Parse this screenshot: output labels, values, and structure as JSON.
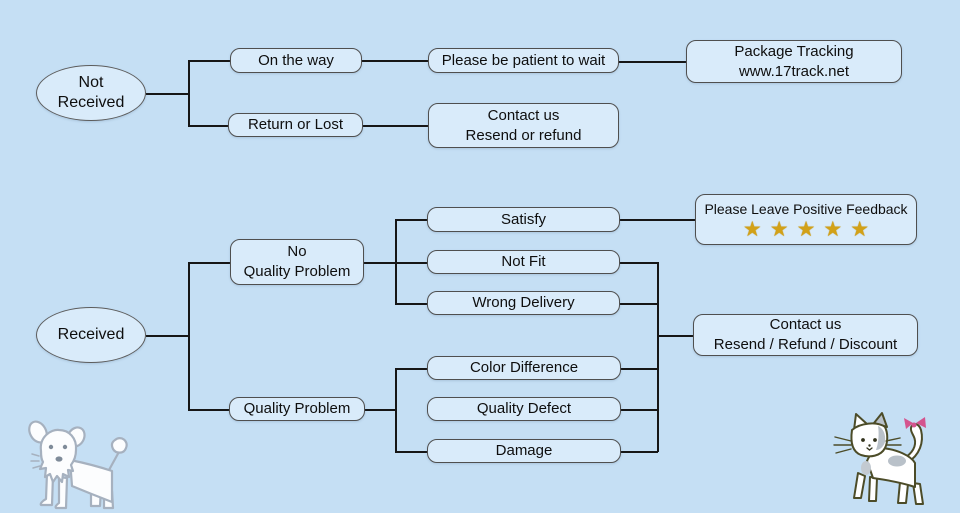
{
  "page": {
    "background": "#c5dff4",
    "type": "after-sale service flowchart"
  },
  "colors": {
    "background": "#c5dff4",
    "node_fill": "#d9ebfa",
    "node_border": "#4f4f4f",
    "connector": "#161616",
    "text": "#0e0e0e",
    "star": "#d2a118",
    "cat_bow": "#d4548e"
  },
  "nodes": {
    "not_received": {
      "label": "Not\nReceived"
    },
    "on_the_way": {
      "label": "On the way"
    },
    "return_or_lost": {
      "label": "Return or Lost"
    },
    "be_patient": {
      "label": "Please be patient to wait"
    },
    "package_tracking": {
      "label": "Package Tracking\nwww.17track.net"
    },
    "contact_not_received": {
      "label": "Contact us\nResend or refund"
    },
    "received": {
      "label": "Received"
    },
    "no_quality_problem": {
      "label": "No\nQuality Problem"
    },
    "quality_problem": {
      "label": "Quality Problem"
    },
    "satisfy": {
      "label": "Satisfy"
    },
    "not_fit": {
      "label": "Not Fit"
    },
    "wrong_delivery": {
      "label": "Wrong Delivery"
    },
    "color_difference": {
      "label": "Color Difference"
    },
    "quality_defect": {
      "label": "Quality Defect"
    },
    "damage": {
      "label": "Damage"
    },
    "positive_feedback": {
      "label": "Please Leave Positive Feedback",
      "stars": "★★★★★",
      "star_count": 5
    },
    "contact_received": {
      "label": "Contact us\nResend / Refund / Discount"
    }
  },
  "connections": [
    [
      "Not Received",
      "On the way"
    ],
    [
      "Not Received",
      "Return or Lost"
    ],
    [
      "On the way",
      "Please be patient to wait"
    ],
    [
      "Please be patient to wait",
      "Package Tracking www.17track.net"
    ],
    [
      "Return or Lost",
      "Contact us Resend or refund"
    ],
    [
      "Received",
      "No Quality Problem"
    ],
    [
      "Received",
      "Quality Problem"
    ],
    [
      "No Quality Problem",
      "Satisfy"
    ],
    [
      "No Quality Problem",
      "Not Fit"
    ],
    [
      "No Quality Problem",
      "Wrong Delivery"
    ],
    [
      "Satisfy",
      "Please Leave Positive Feedback"
    ],
    [
      "Quality Problem",
      "Color Difference"
    ],
    [
      "Quality Problem",
      "Quality Defect"
    ],
    [
      "Quality Problem",
      "Damage"
    ],
    [
      "Not Fit",
      "Contact us Resend / Refund / Discount"
    ],
    [
      "Wrong Delivery",
      "Contact us Resend / Refund / Discount"
    ],
    [
      "Color Difference",
      "Contact us Resend / Refund / Discount"
    ],
    [
      "Quality Defect",
      "Contact us Resend / Refund / Discount"
    ],
    [
      "Damage",
      "Contact us Resend / Refund / Discount"
    ]
  ],
  "illustrations": {
    "dog": "white puppy doodle",
    "cat": "white cat doodle with pink bow on tail"
  }
}
